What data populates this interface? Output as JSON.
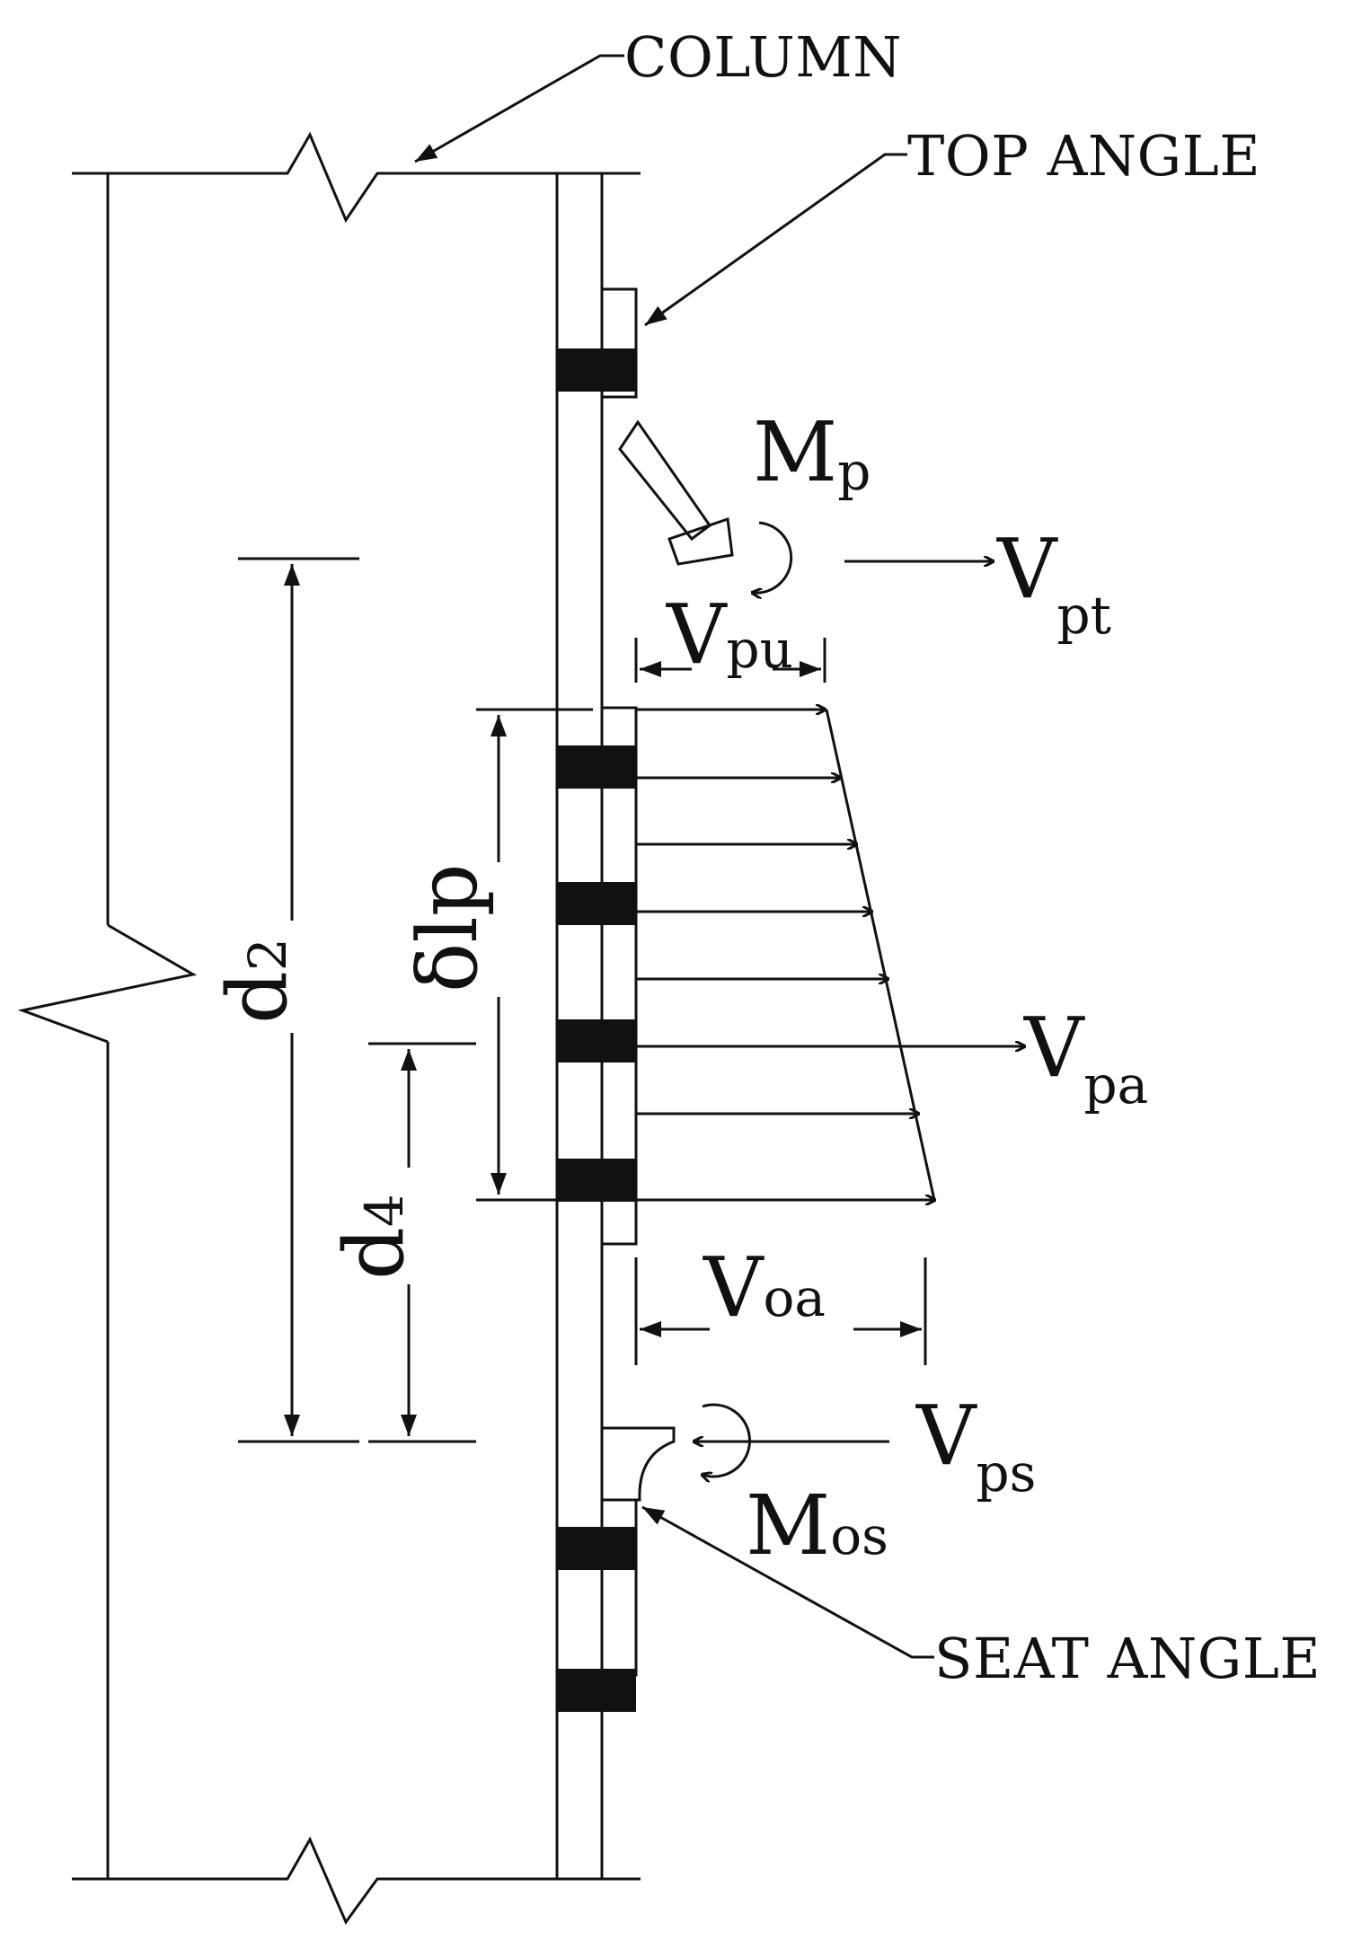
{
  "labels": {
    "column": "COLUMN",
    "top_angle": "TOP ANGLE",
    "seat_angle": "SEAT ANGLE"
  },
  "symbols": {
    "mp": {
      "main": "M",
      "sub": "p"
    },
    "vpt": {
      "main": "V",
      "sub": "pt"
    },
    "vpu": {
      "main": "V",
      "sub": "pu"
    },
    "vpa": {
      "main": "V",
      "sub": "pa"
    },
    "voa": {
      "main": "V",
      "sub": "oa"
    },
    "vps": {
      "main": "V",
      "sub": "ps"
    },
    "mos": {
      "main": "M",
      "sub": "os"
    },
    "d2": {
      "main": "d",
      "sub": "2"
    },
    "d4": {
      "main": "d",
      "sub": "4"
    },
    "dlp": {
      "main": "δlp"
    }
  },
  "colors": {
    "ink": "#111111",
    "background": "#ffffff"
  }
}
